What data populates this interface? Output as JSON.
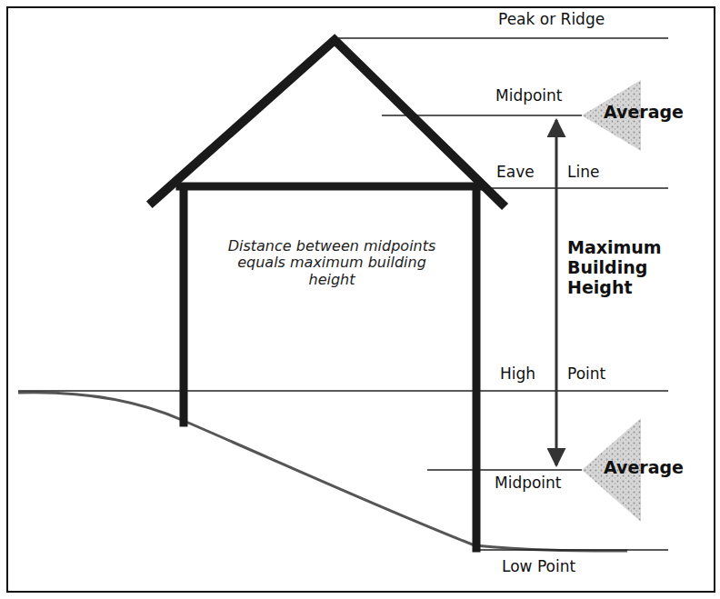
{
  "diagram": {
    "labels": [
      "Peak or Ridge",
      "Midpoint",
      "Average",
      "Eave",
      "Line",
      "Distance between midpoints equals maximum building height",
      "Maximum Building Height",
      "High",
      "Point",
      "Midpoint",
      "Average",
      "Low Point"
    ]
  }
}
